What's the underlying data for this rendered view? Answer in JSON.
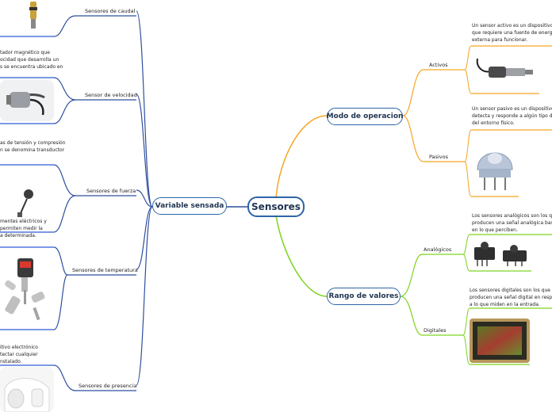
{
  "root": {
    "label": "Sensores"
  },
  "left_branch": {
    "label": "Variable sensada",
    "children": [
      {
        "label": "Sensores de caudal"
      },
      {
        "label": "Sensor de velocidad",
        "description": [
          "tador magnético que",
          "ocidad que desarrolla un",
          "s se encuentra ubicado en"
        ]
      },
      {
        "label": "Sensores de fuerza",
        "description": [
          "as de tensión y compresión",
          "n se denomina transductor"
        ]
      },
      {
        "label": "Sensores de temperatura",
        "description": [
          "mentes eléctricos y",
          "permiten medir la",
          "a determinada."
        ]
      },
      {
        "label": "Sensores de presencia",
        "description": [
          "itivo electrónico",
          "tectar cualquier",
          "nstalado."
        ]
      }
    ]
  },
  "right_branches": [
    {
      "label": "Modo de operacion",
      "children": [
        {
          "label": "Activos",
          "description": [
            "Un sensor activo es un dispositivo sen",
            "que requiere una fuente de energía",
            "externa para funcionar."
          ]
        },
        {
          "label": "Pasivos",
          "description": [
            "Un sensor pasivo es un dispositivo qu",
            "detecta y responde a algún tipo de en",
            "del entorno físico."
          ]
        }
      ]
    },
    {
      "label": "Rango de valores",
      "children": [
        {
          "label": "Analógicos",
          "description": [
            "Los sensores analógicos son los que",
            "producen una señal analógica basad",
            "en lo que perciben."
          ]
        },
        {
          "label": "Digitales",
          "description": [
            "Los sensores digitales son los que",
            "producen una señal digital en respuest",
            "a lo que miden en la entrada."
          ]
        }
      ]
    }
  ],
  "colors": {
    "node_border": "#2e64a6",
    "node_text": "#1f3552",
    "branch_left": "#2f4f9e",
    "branch_modo": "#f5a623",
    "branch_rango": "#7ed321",
    "underline": "#2f5bd8"
  }
}
